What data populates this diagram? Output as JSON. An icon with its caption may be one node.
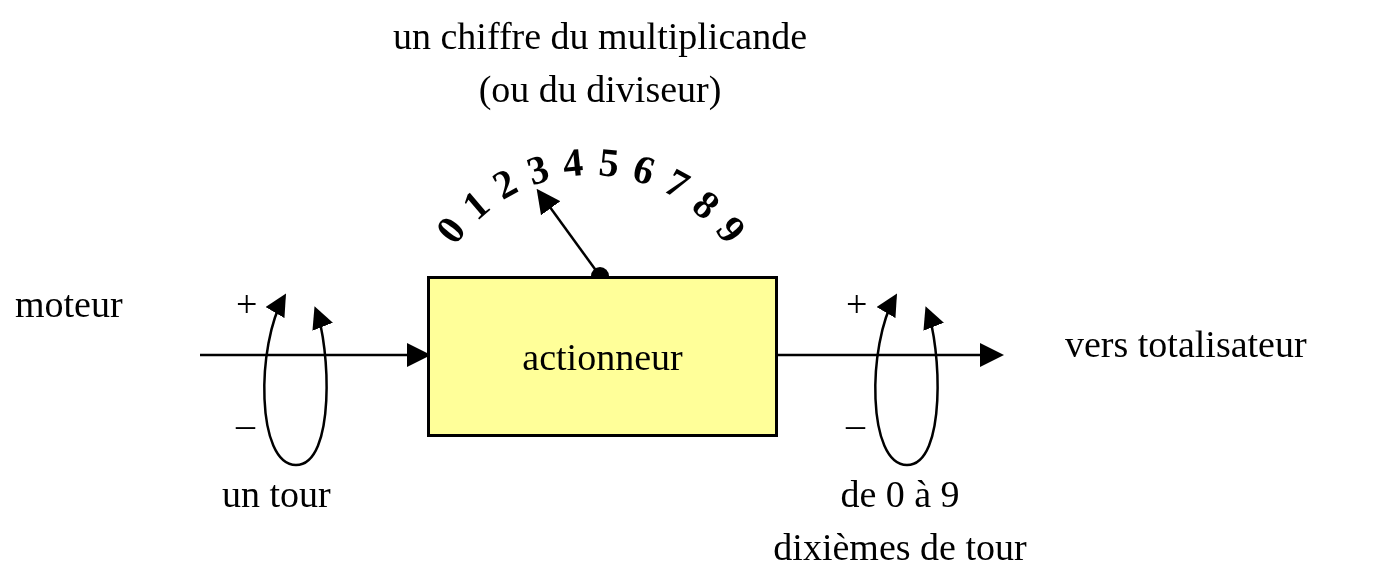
{
  "diagram": {
    "nodes": [
      {
        "text": [
          "actionneur"
        ]
      },
      {
        "text": [
          "3"
        ]
      }
    ],
    "edges": [
      {
        "from": null,
        "to": 0,
        "arrow": "to"
      },
      {
        "from": 0,
        "to": null,
        "arrow": "to"
      },
      {
        "from": 0,
        "to": 1,
        "arrow": "to"
      }
    ],
    "labels": [
      "un chiffre du multiplicande (ou du diviseur)",
      "0",
      "1",
      "2",
      "4",
      "5",
      "6",
      "7",
      "8",
      "9",
      "moteur",
      "+",
      "+",
      "vers totalisateur",
      "–",
      "–",
      "un tour",
      "de 0 à 9 dixièmes de tour"
    ]
  }
}
